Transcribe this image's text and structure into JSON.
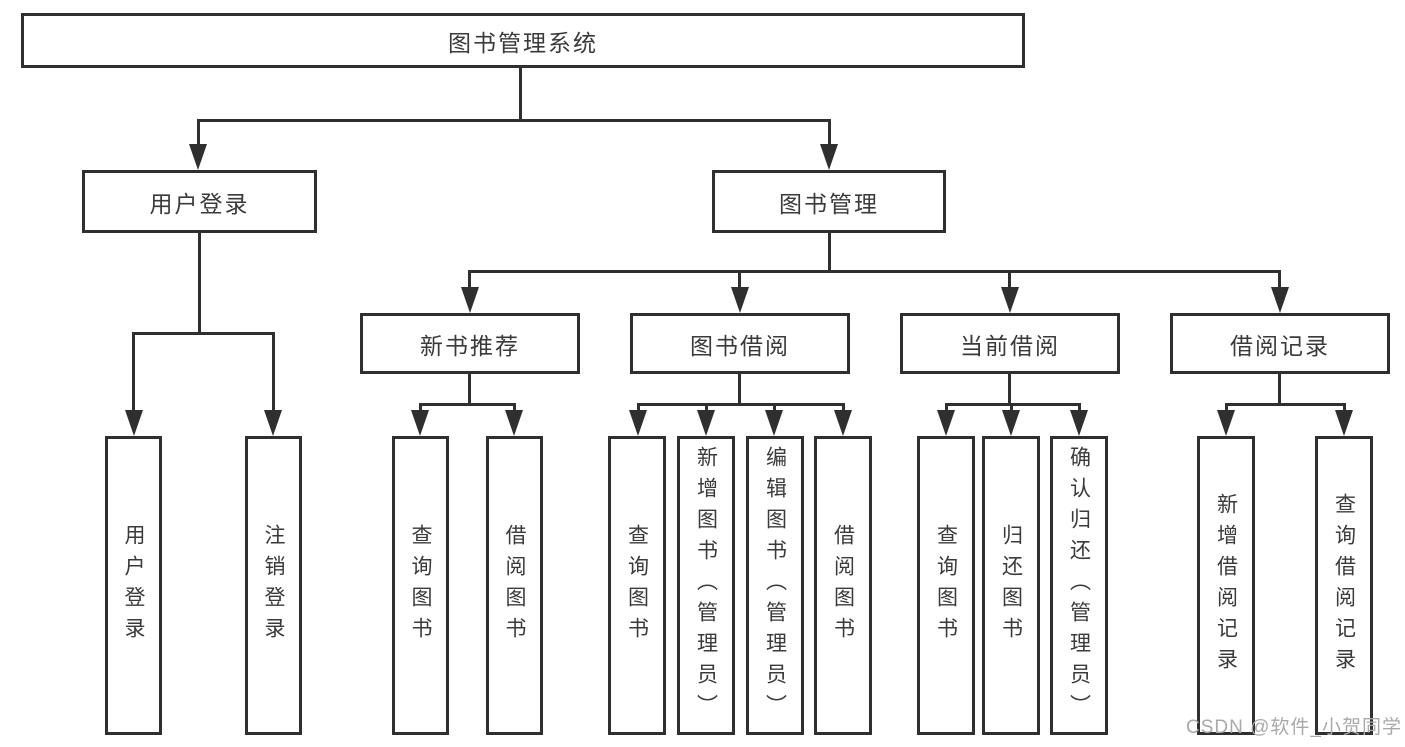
{
  "diagram": {
    "root": {
      "label": "图书管理系统"
    },
    "level2": {
      "user_login": {
        "label": "用户登录"
      },
      "book_mgmt": {
        "label": "图书管理"
      }
    },
    "user_login_children": {
      "login": {
        "label": "用户登录"
      },
      "logout": {
        "label": "注销登录"
      }
    },
    "book_mgmt_children": {
      "new_book_rec": {
        "label": "新书推荐"
      },
      "book_borrow": {
        "label": "图书借阅"
      },
      "current_borrow": {
        "label": "当前借阅"
      },
      "borrow_records": {
        "label": "借阅记录"
      }
    },
    "new_book_rec_children": {
      "query_books": {
        "label": "查询图书"
      },
      "borrow_books": {
        "label": "借阅图书"
      }
    },
    "book_borrow_children": {
      "query_books": {
        "label": "查询图书"
      },
      "add_books": {
        "label": "新增图书（管理员）"
      },
      "edit_books": {
        "label": "编辑图书（管理员）"
      },
      "borrow_books": {
        "label": "借阅图书"
      }
    },
    "current_borrow_children": {
      "query_books": {
        "label": "查询图书"
      },
      "return_books": {
        "label": "归还图书"
      },
      "confirm_return": {
        "label": "确认归还（管理员）"
      }
    },
    "borrow_records_children": {
      "add_record": {
        "label": "新增借阅记录"
      },
      "query_record": {
        "label": "查询借阅记录"
      }
    },
    "watermark": "CSDN @软件_小贺同学",
    "colors": {
      "line": "#2f2f2f",
      "text": "#3a3a3a",
      "watermark": "#a9a9a9",
      "background": "#ffffff"
    }
  }
}
